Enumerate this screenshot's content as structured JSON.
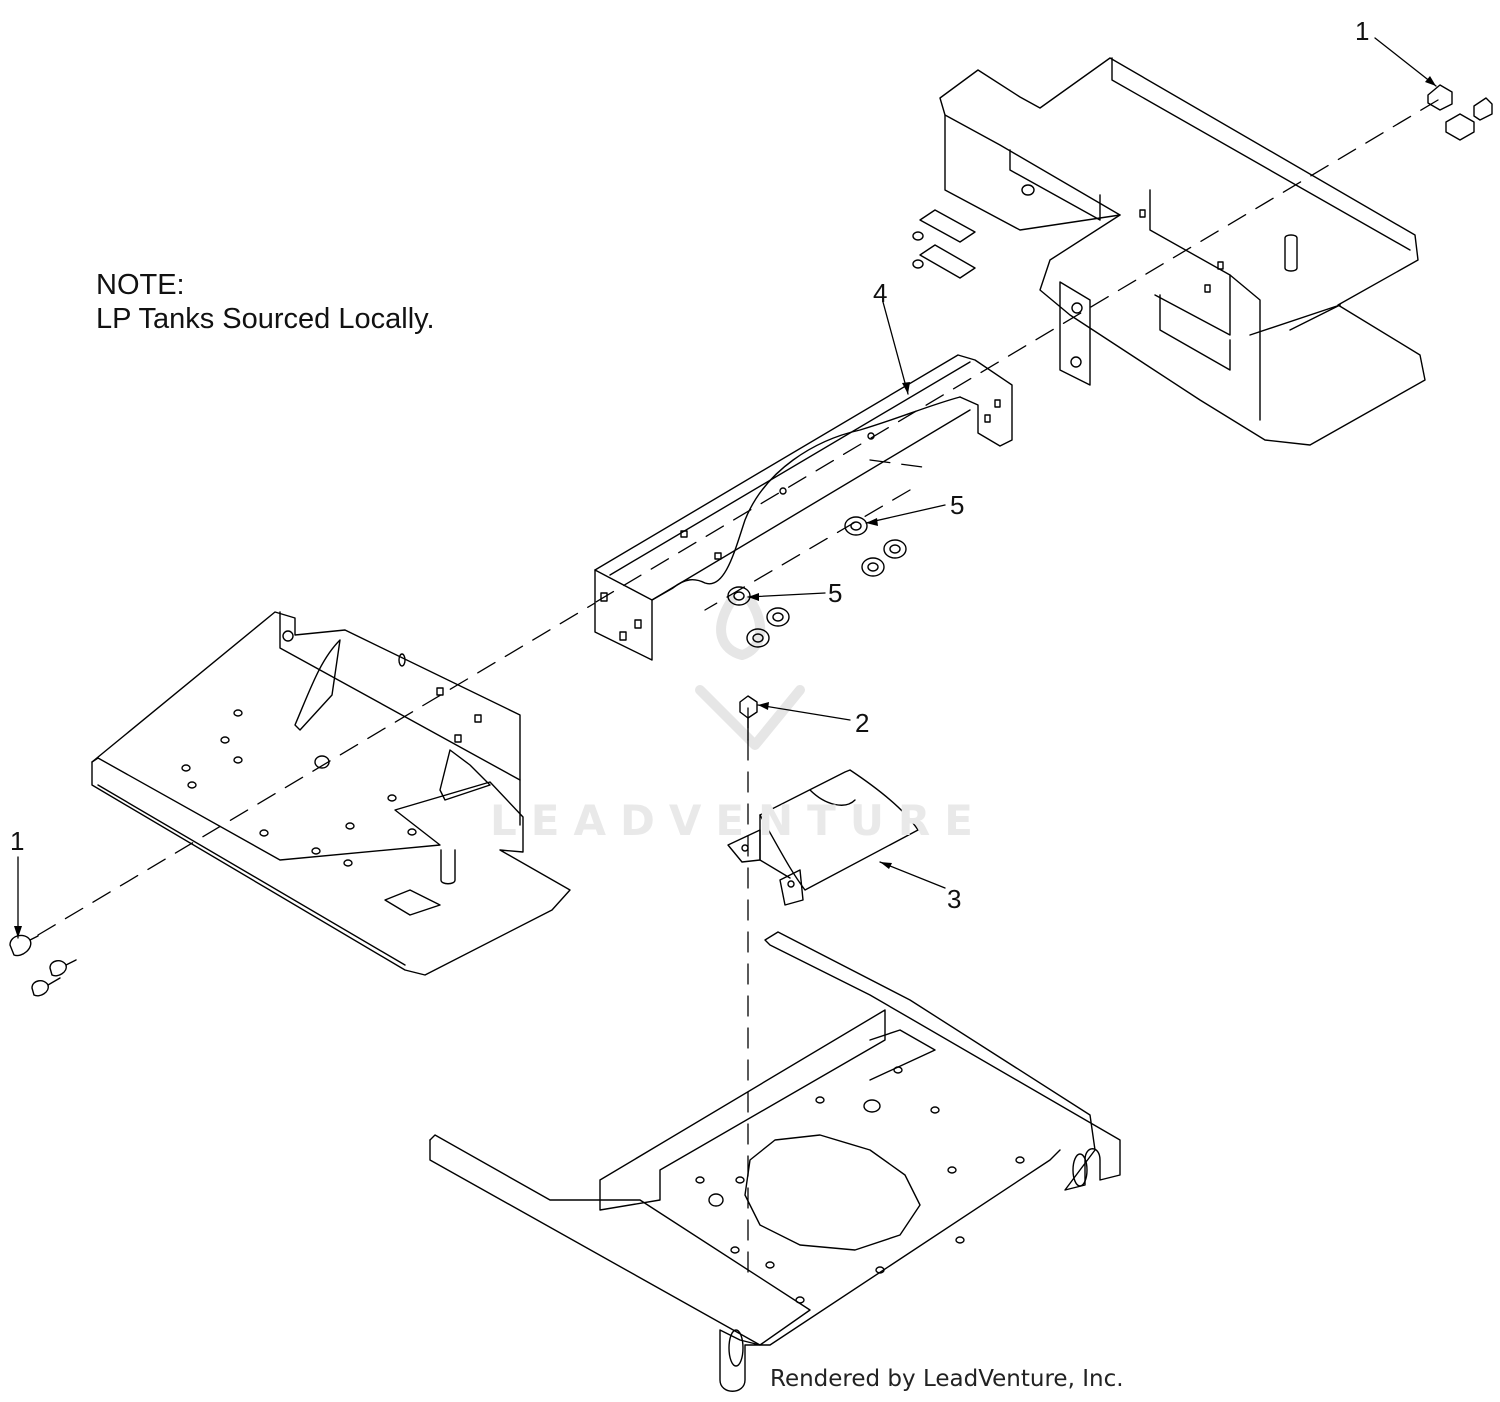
{
  "note": {
    "heading": "NOTE:",
    "text": "LP Tanks Sourced Locally."
  },
  "callouts": {
    "bolt_right": "1",
    "bolt_left": "1",
    "screw": "2",
    "heat_shield": "3",
    "mount_bracket": "4",
    "nut_upper": "5",
    "nut_lower": "5"
  },
  "watermark": "LEADVENTURE",
  "footer": "Rendered by LeadVenture, Inc.",
  "colors": {
    "line": "#000000",
    "watermark": "#e9e9e9"
  }
}
